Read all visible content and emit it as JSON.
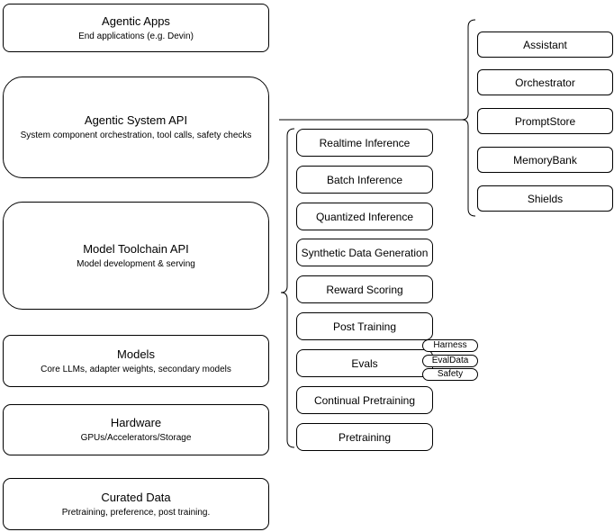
{
  "diagram": {
    "left_stack": [
      {
        "title": "Agentic Apps",
        "subtitle": "End applications (e.g. Devin)"
      },
      {
        "title": "Agentic System API",
        "subtitle": "System component orchestration, tool calls, safety checks"
      },
      {
        "title": "Model Toolchain API",
        "subtitle": "Model development & serving"
      },
      {
        "title": "Models",
        "subtitle": "Core LLMs, adapter weights, secondary models"
      },
      {
        "title": "Hardware",
        "subtitle": "GPUs/Accelerators/Storage"
      },
      {
        "title": "Curated Data",
        "subtitle": "Pretraining, preference, post training."
      }
    ],
    "toolchain_items": [
      "Realtime Inference",
      "Batch Inference",
      "Quantized Inference",
      "Synthetic Data Generation",
      "Reward Scoring",
      "Post Training",
      "Evals",
      "Continual Pretraining",
      "Pretraining"
    ],
    "evals_tags": [
      "Harness",
      "EvalData",
      "Safety"
    ],
    "system_components": [
      "Assistant",
      "Orchestrator",
      "PromptStore",
      "MemoryBank",
      "Shields"
    ],
    "colors": {
      "border": "#000000",
      "fill": "#ffffff",
      "text": "#000000",
      "background": "#ffffff"
    }
  }
}
